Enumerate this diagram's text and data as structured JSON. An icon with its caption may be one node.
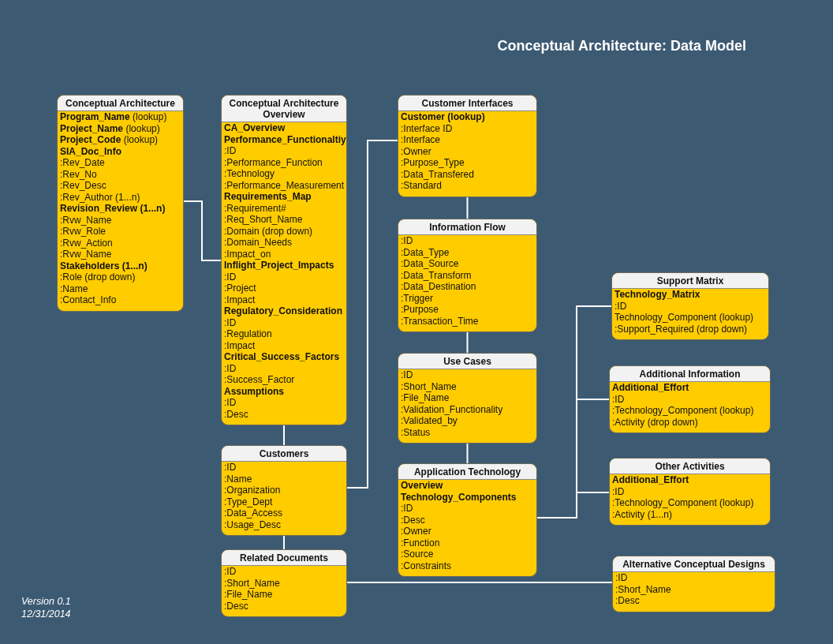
{
  "diagram": {
    "title": "Conceptual Architecture: Data Model",
    "nodes": [
      {
        "text": [
          "Conceptual Architecture",
          "**Program_Name** (lookup)",
          "**Project_Name** (lookup)",
          "**Project_Code** (lookup)",
          "**SIA_Doc_Info**",
          ":Rev_Date",
          ":Rev_No",
          ":Rev_Desc",
          ":Rev_Author (1...n)",
          "**Revision_Review (1...n)**",
          ":Rvw_Name",
          ":Rvw_Role",
          ":Rvw_Action",
          ":Rvw_Name",
          "**Stakeholders (1...n)**",
          ":Role (drop down)",
          ":Name",
          ":Contact_Info"
        ]
      },
      {
        "text": [
          "Conceptual Architecture Overview",
          "**CA_Overview**",
          "**Performance_Functionaltiy**",
          ":ID",
          ":Performance_Function",
          ":Technology",
          ":Performance_Measurement",
          "**Requirements_Map**",
          ":Requirement#",
          ":Req_Short_Name",
          ":Domain (drop down)",
          ":Domain_Needs",
          ":Impact_on",
          "**Inflight_Project_Impacts**",
          ":ID",
          ":Project",
          ":Impact",
          "**Regulatory_Consideration**",
          ":ID",
          ":Regulation",
          ":Impact",
          "**Critical_Success_Factors**",
          ":ID",
          ":Success_Factor",
          "**Assumptions**",
          ":ID",
          ":Desc"
        ]
      },
      {
        "text": [
          "Customers",
          ":ID",
          ":Name",
          ":Organization",
          ":Type_Dept",
          ":Data_Access",
          ":Usage_Desc"
        ]
      },
      {
        "text": [
          "Related Documents",
          ":ID",
          ":Short_Name",
          ":File_Name",
          ":Desc"
        ]
      },
      {
        "text": [
          "Customer Interfaces",
          "**Customer (lookup)**",
          ":Interface ID",
          ":Interface",
          ":Owner",
          ":Purpose_Type",
          ":Data_Transfered",
          ":Standard"
        ]
      },
      {
        "text": [
          "Information Flow",
          ":ID",
          ":Data_Type",
          ":Data_Source",
          ":Data_Transform",
          ":Data_Destination",
          ":Trigger",
          ":Purpose",
          ":Transaction_Time"
        ]
      },
      {
        "text": [
          "Use Cases",
          ":ID",
          ":Short_Name",
          ":File_Name",
          ":Validation_Functionality",
          ":Validated_by",
          ":Status"
        ]
      },
      {
        "text": [
          "Application Technology",
          "**Overview**",
          "**Technology_Components**",
          ":ID",
          ":Desc",
          ":Owner",
          ":Function",
          ":Source",
          ":Constraints"
        ]
      },
      {
        "text": [
          "Support Matrix",
          "**Technology_Matrix**",
          ":ID",
          "Technology_Component (lookup)",
          ":Support_Required (drop down)"
        ]
      },
      {
        "text": [
          "Additional Information",
          "**Additional_Effort**",
          ":ID",
          ":Technology_Component (lookup)",
          ":Activity (drop down)"
        ]
      },
      {
        "text": [
          "Other Activities",
          "**Additional_Effort**",
          ":ID",
          ":Technology_Component (lookup)",
          ":Activity (1...n)"
        ]
      },
      {
        "text": [
          "Alternative Conceptual Designs",
          ":ID",
          ":Short_Name",
          ":Desc"
        ]
      }
    ],
    "edges": [
      {
        "from": 0,
        "to": 1,
        "arrow": "none"
      },
      {
        "from": 1,
        "to": 2,
        "arrow": "none"
      },
      {
        "from": 2,
        "to": 3,
        "arrow": "none"
      },
      {
        "from": 2,
        "to": 4,
        "arrow": "none"
      },
      {
        "from": 4,
        "to": 5,
        "arrow": "none"
      },
      {
        "from": 5,
        "to": 6,
        "arrow": "none"
      },
      {
        "from": 6,
        "to": 7,
        "arrow": "none"
      },
      {
        "from": 7,
        "to": 8,
        "arrow": "none"
      },
      {
        "from": 7,
        "to": 9,
        "arrow": "none"
      },
      {
        "from": 7,
        "to": 10,
        "arrow": "none"
      },
      {
        "from": 3,
        "to": 11,
        "arrow": "none"
      }
    ],
    "labels": [
      "Version 0.1",
      "12/31/2014"
    ]
  }
}
